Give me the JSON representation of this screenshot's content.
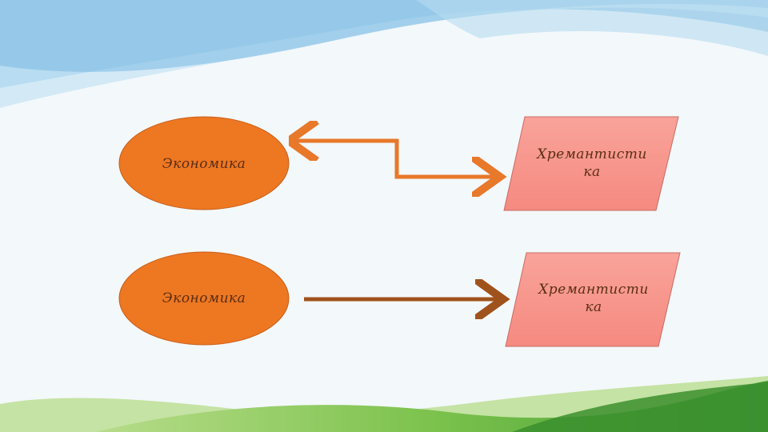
{
  "diagram": {
    "row1": {
      "source": {
        "label": "Экономика"
      },
      "target": {
        "label_line1": "Хремантисти",
        "label_line2": "ка"
      },
      "arrow": {
        "direction": "bidirectional",
        "color": "#e8782a"
      }
    },
    "row2": {
      "source": {
        "label": "Экономика"
      },
      "target": {
        "label_line1": "Хремантисти",
        "label_line2": "ка"
      },
      "arrow": {
        "direction": "forward",
        "color": "#a0521c"
      }
    },
    "colors": {
      "ellipse_fill": "#ee7722",
      "parallelogram_fill": "#f7948a",
      "sky": "#a9d4ec",
      "grass": "#6cb84a"
    }
  }
}
